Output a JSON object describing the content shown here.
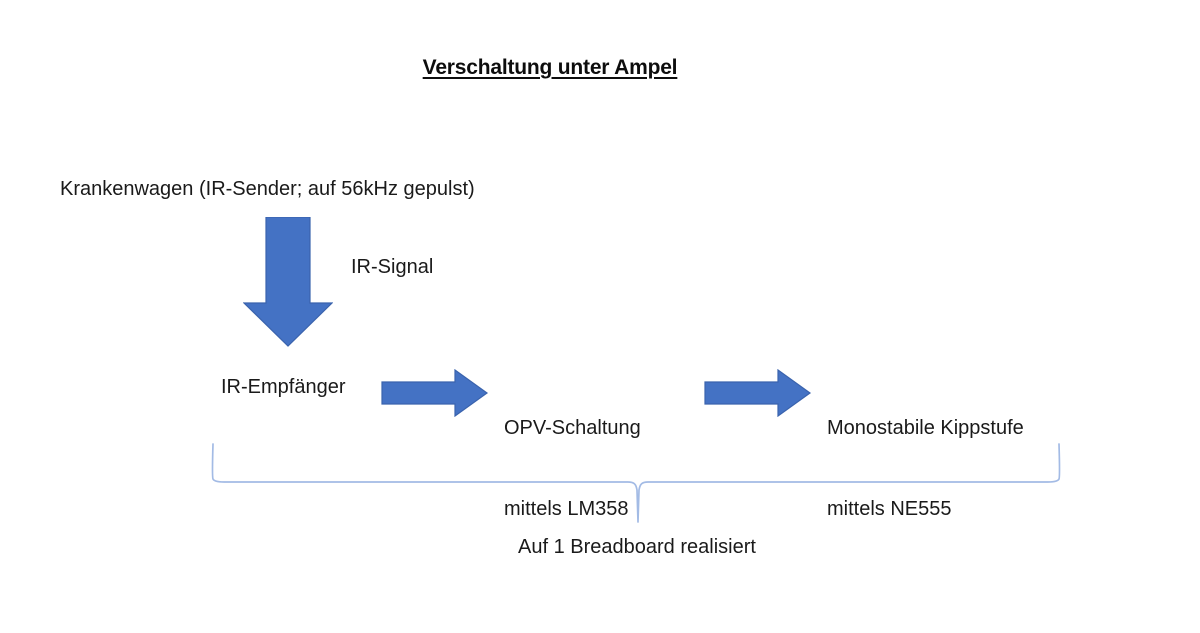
{
  "slide": {
    "title": "Verschaltung unter Ampel",
    "background_color": "#FFFFFF",
    "text_color": "#1A1A1A"
  },
  "colors": {
    "arrow_fill": "#4472C4",
    "arrow_stroke": "#3A63AD",
    "brace_stroke": "#A3BBE5"
  },
  "flow": {
    "source_label": "Krankenwagen (IR-Sender; auf 56kHz gepulst)",
    "signal_label": "IR-Signal",
    "stages": [
      {
        "line1": "IR-Empfänger",
        "line2": ""
      },
      {
        "line1": "OPV-Schaltung",
        "line2": "mittels LM358"
      },
      {
        "line1": "Monostabile Kippstufe",
        "line2": "mittels NE555"
      }
    ],
    "arrows": [
      {
        "name": "down-arrow",
        "direction": "down"
      },
      {
        "name": "right-arrow-1",
        "direction": "right"
      },
      {
        "name": "right-arrow-2",
        "direction": "right"
      }
    ]
  },
  "grouping": {
    "brace_caption": "Auf 1 Breadboard realisiert"
  }
}
